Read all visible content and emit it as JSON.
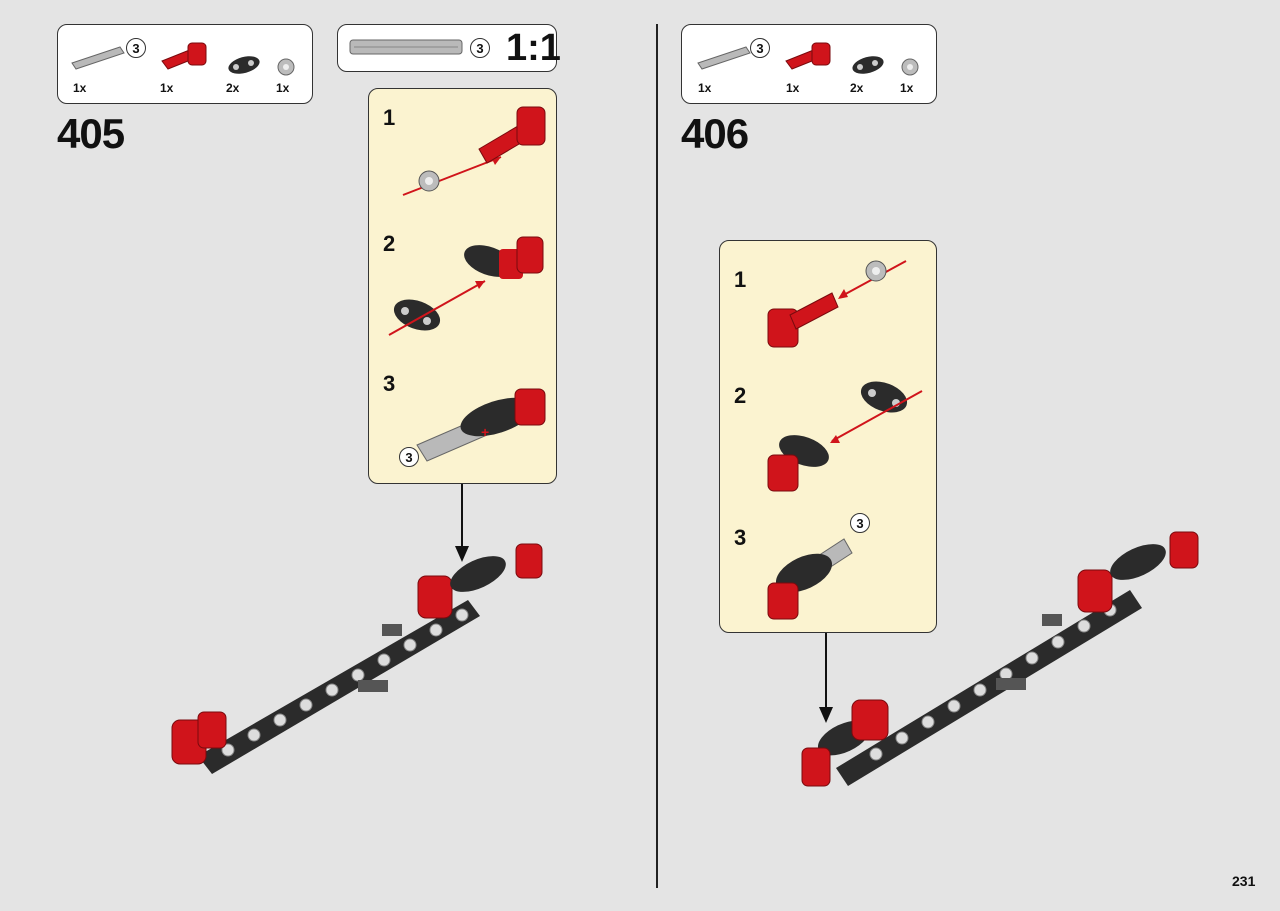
{
  "left_step": {
    "number": "405",
    "parts": [
      {
        "name": "axle-grey",
        "qty": "1x",
        "length_marker": "3"
      },
      {
        "name": "red-connector",
        "qty": "1x"
      },
      {
        "name": "black-liftarm",
        "qty": "2x"
      },
      {
        "name": "grey-bush",
        "qty": "1x"
      }
    ],
    "scale_box": {
      "length_marker": "3",
      "label": "1:1"
    },
    "substeps": [
      {
        "number": "1"
      },
      {
        "number": "2"
      },
      {
        "number": "3",
        "length_marker": "3"
      }
    ]
  },
  "right_step": {
    "number": "406",
    "parts": [
      {
        "name": "axle-grey",
        "qty": "1x",
        "length_marker": "3"
      },
      {
        "name": "red-connector",
        "qty": "1x"
      },
      {
        "name": "black-liftarm",
        "qty": "2x"
      },
      {
        "name": "grey-bush",
        "qty": "1x"
      }
    ],
    "substeps": [
      {
        "number": "1"
      },
      {
        "number": "2"
      },
      {
        "number": "3",
        "length_marker": "3"
      }
    ]
  },
  "page_number": "231",
  "colors": {
    "background": "#e4e4e4",
    "substep_panel": "#fbf3d0",
    "brick_red": "#d0141b",
    "brick_black": "#2b2b2b",
    "axle_grey": "#a8a8a8",
    "arrow_red": "#d0141b"
  }
}
